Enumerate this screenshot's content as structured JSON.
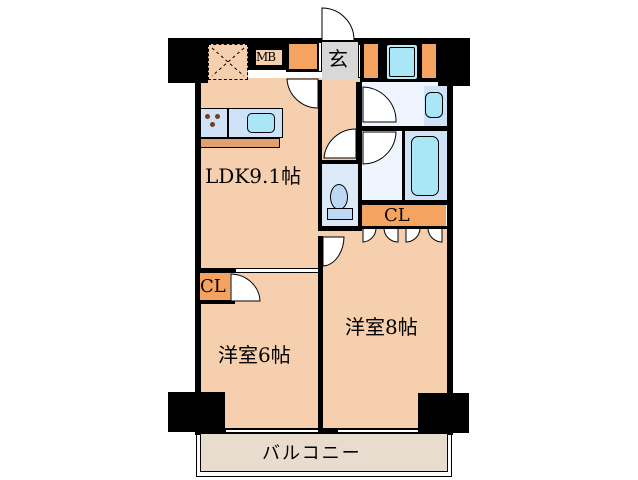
{
  "floor_plan": {
    "rooms": {
      "ldk": {
        "label": "LDK9.1帖"
      },
      "bedroom_west": {
        "label": "洋室6帖"
      },
      "bedroom_east": {
        "label": "洋室8帖"
      },
      "entrance": {
        "label": "玄"
      },
      "meter_box": {
        "label": "MB"
      },
      "closet_east": {
        "label": "CL"
      },
      "closet_west": {
        "label": "CL"
      },
      "balcony": {
        "label": "バルコニー"
      }
    },
    "colors": {
      "room_floor": "#f6cfae",
      "closet": "#f4a460",
      "wet_area": "#eef5ff",
      "fixture_blue": "#a9e7f7",
      "genkan": "#d8d8d8",
      "balcony": "#e8dccf",
      "wall": "#000000",
      "counter": "#e0a070"
    }
  }
}
